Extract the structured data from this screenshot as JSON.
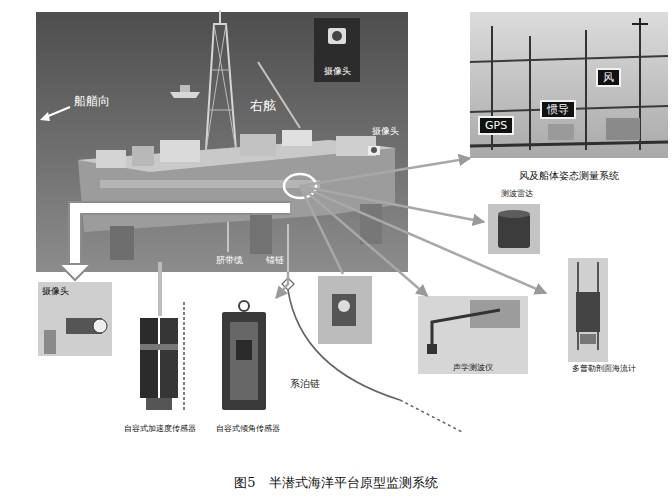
{
  "diagram": {
    "caption": "图5　半潜式海洋平台原型监测系统",
    "nodes": [
      {
        "text": [
          "船艏向",
          "右舷",
          "摄像头",
          "脐带缆",
          "锚链"
        ]
      },
      {
        "text": [
          "摄像头"
        ],
        "in": 0
      },
      {
        "text": [
          "风及船体姿态测量系统"
        ]
      },
      {
        "text": [
          "GPS"
        ],
        "in": 2
      },
      {
        "text": [
          "惯导"
        ],
        "in": 2
      },
      {
        "text": [
          "风"
        ],
        "in": 2
      },
      {
        "text": [
          "测波雷达"
        ]
      },
      {
        "text": [
          "摄像头"
        ]
      },
      {
        "text": [
          "自容式加速度传感器"
        ]
      },
      {
        "text": [
          "自容式倾角传感器"
        ]
      },
      {
        "text": [
          "声学测波仪"
        ]
      },
      {
        "text": [
          "多普勒剖面海流计"
        ]
      }
    ],
    "edges": [
      {
        "from": 0,
        "to": 2,
        "arrow": "to"
      },
      {
        "from": 0,
        "to": 6,
        "arrow": "to"
      },
      {
        "from": 0,
        "to": 11,
        "arrow": "to"
      },
      {
        "from": 0,
        "to": 10,
        "arrow": "to"
      },
      {
        "from": 0,
        "to": 7,
        "arrow": "to"
      },
      {
        "from": 0,
        "to": 9,
        "arrow": "to"
      }
    ],
    "labels": [
      "系泊链"
    ]
  }
}
